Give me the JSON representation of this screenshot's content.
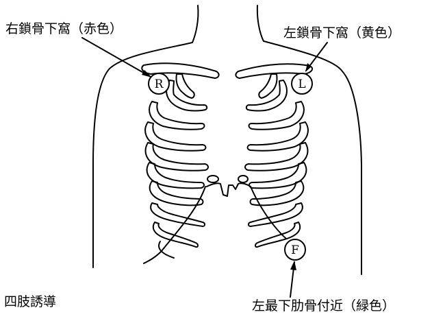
{
  "labels": {
    "right": "右鎖骨下窩（赤色）",
    "left": "左鎖骨下窩（黄色）",
    "foot": "左最下肋骨付近（緑色）",
    "title": "四肢誘導"
  },
  "electrodes": {
    "right": "R",
    "left": "L",
    "foot": "F"
  },
  "colors": {
    "line": "#000000",
    "background": "#ffffff"
  }
}
